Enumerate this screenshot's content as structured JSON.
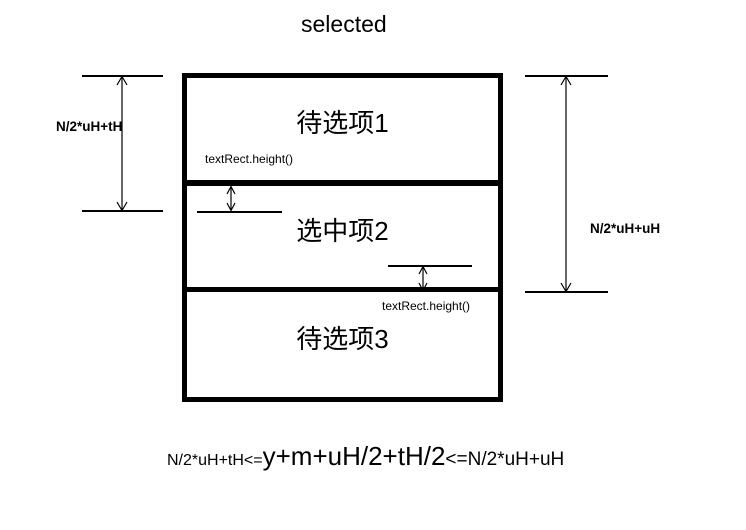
{
  "title": "selected",
  "box": {
    "items": [
      {
        "label": "待选项1"
      },
      {
        "label": "选中项2"
      },
      {
        "label": "待选项3"
      }
    ]
  },
  "annotations": {
    "text_rect_height_1": "textRect.height()",
    "text_rect_height_2": "textRect.height()",
    "left_measure_label": "N/2*uH+tH",
    "right_measure_label": "N/2*uH+uH"
  },
  "formula": {
    "left": "N/2*uH+tH<=",
    "middle": "y+m+uH/2+tH/2",
    "right": "<=N/2*uH+uH"
  },
  "colors": {
    "line": "#000000",
    "background": "#ffffff"
  }
}
